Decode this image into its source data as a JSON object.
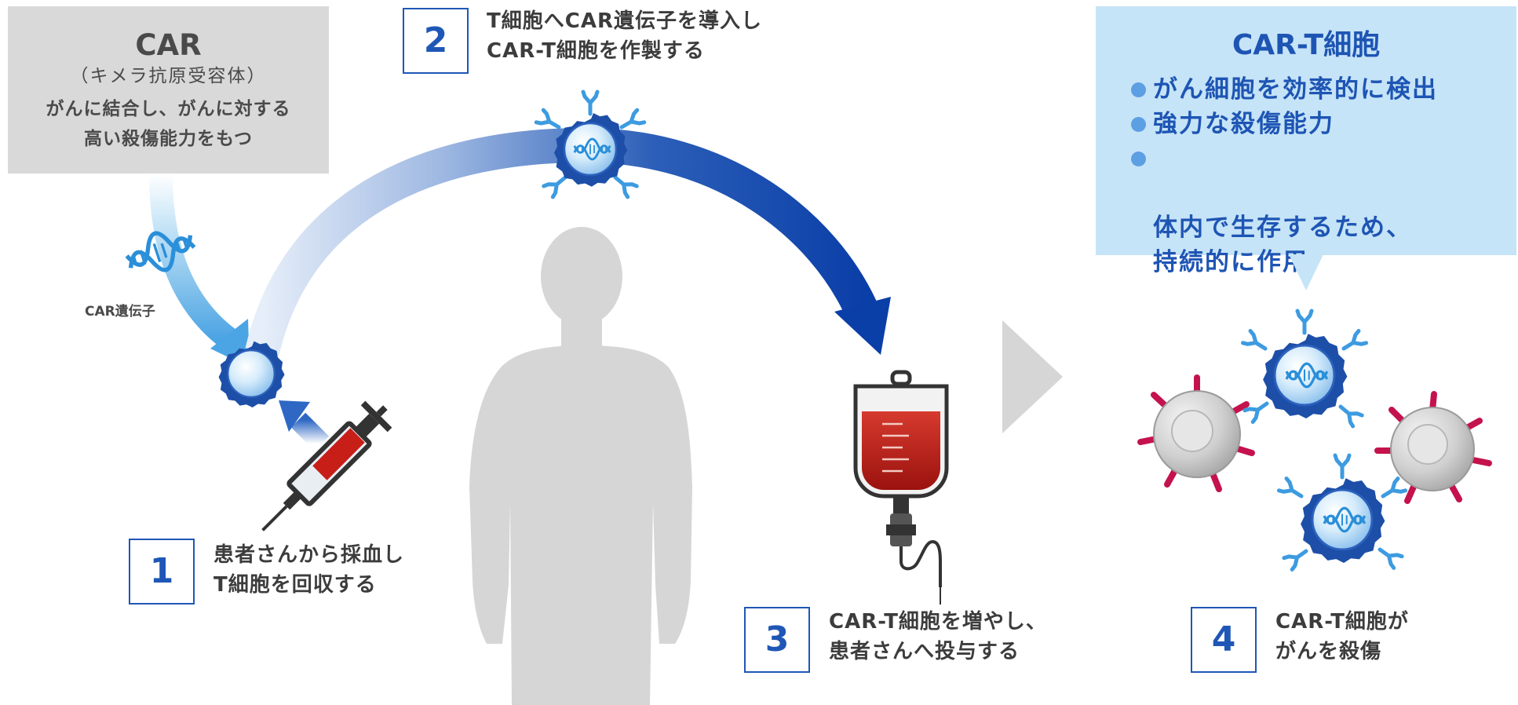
{
  "car_box": {
    "title": "CAR",
    "subtitle": "（キメラ抗原受容体）",
    "description_lines": [
      "がんに結合し、がんに対する",
      "高い殺傷能力をもつ"
    ]
  },
  "gene_label": "CAR遺伝子",
  "steps": [
    {
      "number": "1",
      "lines": [
        "患者さんから採血し",
        "T細胞を回収する"
      ]
    },
    {
      "number": "2",
      "lines": [
        "T細胞へCAR遺伝子を導入し",
        "CAR-T細胞を作製する"
      ]
    },
    {
      "number": "3",
      "lines": [
        "CAR-T細胞を増やし、",
        "患者さんへ投与する"
      ]
    },
    {
      "number": "4",
      "lines": [
        "CAR-T細胞が",
        "がんを殺傷"
      ]
    }
  ],
  "cart_box": {
    "title": "CAR-T細胞",
    "bullets": [
      "がん細胞を効率的に検出",
      "強力な殺傷能力",
      "体内で生存するため、\n持続的に作用"
    ]
  },
  "icons": [
    "dna-icon",
    "t-cell-icon",
    "car-t-cell-icon",
    "syringe-icon",
    "human-silhouette-icon",
    "iv-bag-icon",
    "cancer-cell-icon",
    "next-arrow-icon"
  ],
  "colors": {
    "brand_blue": "#1f57b6",
    "light_blue_panel": "#c6e4f7",
    "gray_panel": "#d9d9d9",
    "cancer_spike": "#c4124d",
    "blood_red": "#b01a14"
  }
}
